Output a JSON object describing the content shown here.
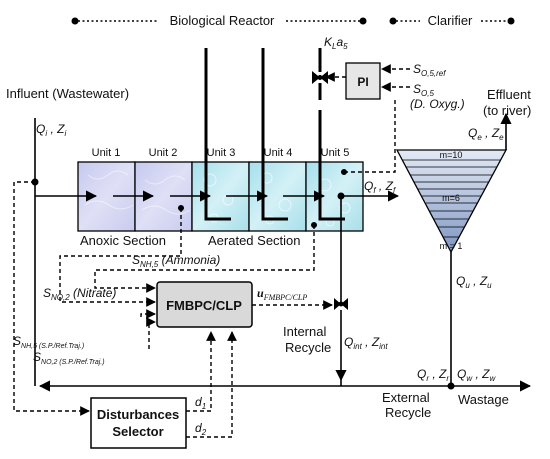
{
  "header": {
    "biological_reactor": "Biological Reactor",
    "clarifier": "Clarifier"
  },
  "units": [
    "Unit 1",
    "Unit 2",
    "Unit 3",
    "Unit 4",
    "Unit 5"
  ],
  "sections": {
    "anoxic": "Anoxic Section",
    "aerated": "Aerated Section"
  },
  "influent": {
    "title": "Influent (Wastewater)",
    "flow": "Q",
    "flow_sub": "i",
    "comp": "Z",
    "comp_sub": "i"
  },
  "effluent": {
    "line1": "Effluent",
    "line2": "(to river)",
    "flow": "Q",
    "flow_sub": "e",
    "comp": "Z",
    "comp_sub": "e"
  },
  "kla": {
    "k": "K",
    "k_sub": "L",
    "a": "a",
    "a_sub": "5"
  },
  "pi": {
    "label": "PI",
    "setpoint": "S",
    "setpoint_sub": "O,5,ref",
    "measure": "S",
    "measure_sub": "O,5",
    "measure_desc": "(D. Oxyg.)"
  },
  "clarifier_layers": {
    "top": "m=10",
    "mid": "m=6",
    "bottom": "m = 1"
  },
  "streams": {
    "qf": "Q",
    "qf_sub": "f",
    "zf": "Z",
    "zf_sub": "f",
    "qu": "Q",
    "qu_sub": "u",
    "zu": "Z",
    "zu_sub": "u",
    "qint": "Q",
    "qint_sub": "int",
    "zint": "Z",
    "zint_sub": "int",
    "qr": "Q",
    "qr_sub": "r",
    "zr": "Z",
    "zr_sub": "r",
    "qw": "Q",
    "qw_sub": "w",
    "zw": "Z",
    "zw_sub": "w"
  },
  "signals": {
    "snh5": "S",
    "snh5_sub": "NH,5",
    "snh5_desc": "(Ammonia)",
    "sno2": "S",
    "sno2_sub": "NO,2",
    "sno2_desc": "(Nitrate)",
    "snh5_ref": "S",
    "snh5_ref_sub": "NH,5 (S.P./Ref.Traj.)",
    "sno2_ref": "S",
    "sno2_ref_sub": "NO,2 (S.P./Ref.Traj.)"
  },
  "controller": {
    "label": "FMBPC/CLP",
    "output": "u",
    "output_sub": "FMBPC/CLP"
  },
  "recycle": {
    "internal_line1": "Internal",
    "internal_line2": "Recycle",
    "external_line1": "External",
    "external_line2": "Recycle",
    "wastage": "Wastage"
  },
  "disturbances": {
    "line1": "Disturbances",
    "line2": "Selector",
    "d1": "d",
    "d1_sub": "1",
    "d2": "d",
    "d2_sub": "2"
  },
  "colors": {
    "anoxic_fill": "#cfd2ee",
    "aerated_fill": "#b9e6ef",
    "clarifier_top": "#dbe3f2",
    "clarifier_bottom": "#8fa3c8"
  }
}
